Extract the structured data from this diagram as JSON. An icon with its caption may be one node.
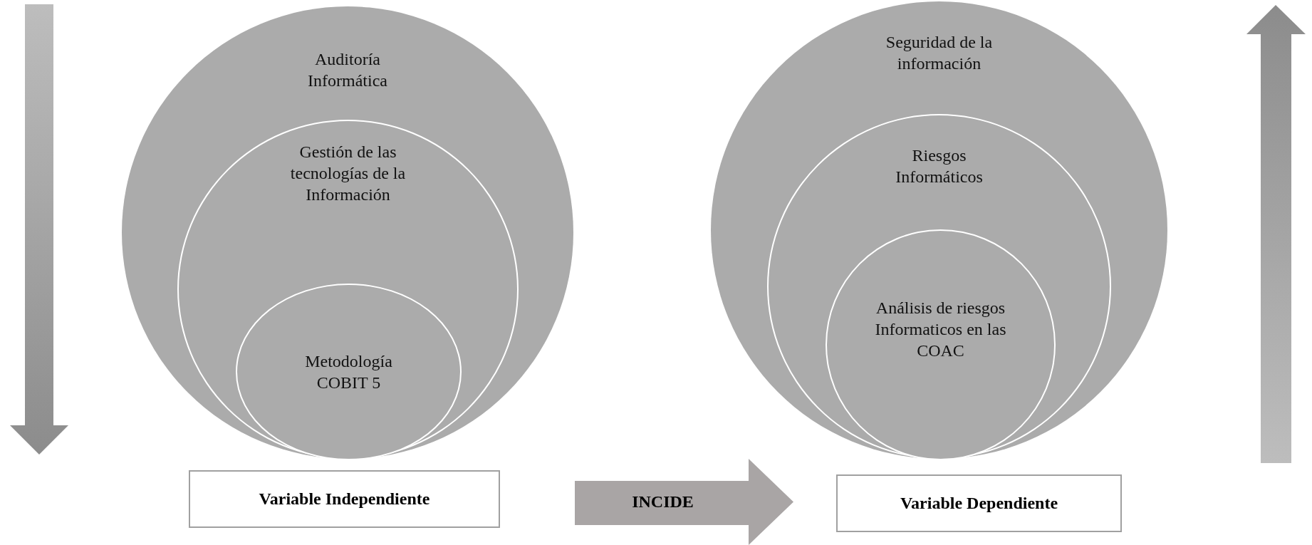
{
  "diagram": {
    "nodes": [
      {
        "text": [
          "Auditoría Informática"
        ]
      },
      {
        "text": [
          "Gestión de las tecnologías de la Información"
        ],
        "in": 0
      },
      {
        "text": [
          "Metodología COBIT 5"
        ],
        "in": 1
      },
      {
        "text": [
          "Variable Independiente"
        ]
      },
      {
        "text": [
          "INCIDE"
        ]
      },
      {
        "text": [
          "Seguridad de la información"
        ]
      },
      {
        "text": [
          "Riesgos Informáticos"
        ],
        "in": 5
      },
      {
        "text": [
          "Análisis de riesgos Informaticos en las COAC"
        ],
        "in": 6
      },
      {
        "text": [
          "Variable Dependiente"
        ]
      }
    ]
  }
}
